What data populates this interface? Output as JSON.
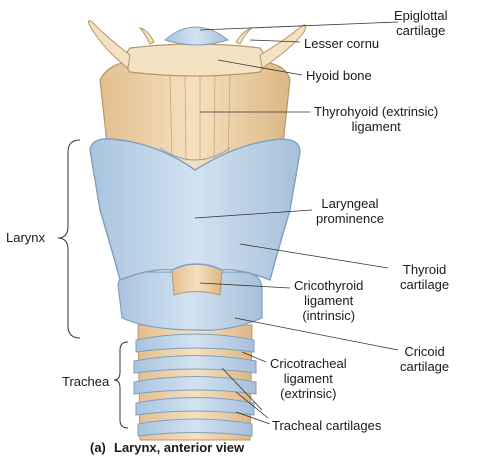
{
  "labels": {
    "epiglottal": [
      "Epiglottal",
      "cartilage"
    ],
    "lesser_cornu": [
      "Lesser cornu"
    ],
    "hyoid_bone": [
      "Hyoid bone"
    ],
    "thyrohyoid": [
      "Thyrohyoid (extrinsic)",
      "ligament"
    ],
    "laryngeal_prominence": [
      "Laryngeal",
      "prominence"
    ],
    "thyroid_cartilage": [
      "Thyroid",
      "cartilage"
    ],
    "cricothyroid": [
      "Cricothyroid",
      "ligament",
      "(intrinsic)"
    ],
    "cricoid": [
      "Cricoid",
      "cartilage"
    ],
    "cricotracheal": [
      "Cricotracheal",
      "ligament",
      "(extrinsic)"
    ],
    "tracheal_cartilages": [
      "Tracheal cartilages"
    ]
  },
  "regions": {
    "larynx": "Larynx",
    "trachea": "Trachea"
  },
  "caption": {
    "panel": "(a)",
    "text": "Larynx, anterior view"
  },
  "colors": {
    "cartilage_blue": "#bcd3e8",
    "cartilage_edge": "#7f9fbf",
    "ligament_tan": "#e9cba0",
    "ligament_edge": "#b99668",
    "bone_cream": "#f3e3c2"
  }
}
